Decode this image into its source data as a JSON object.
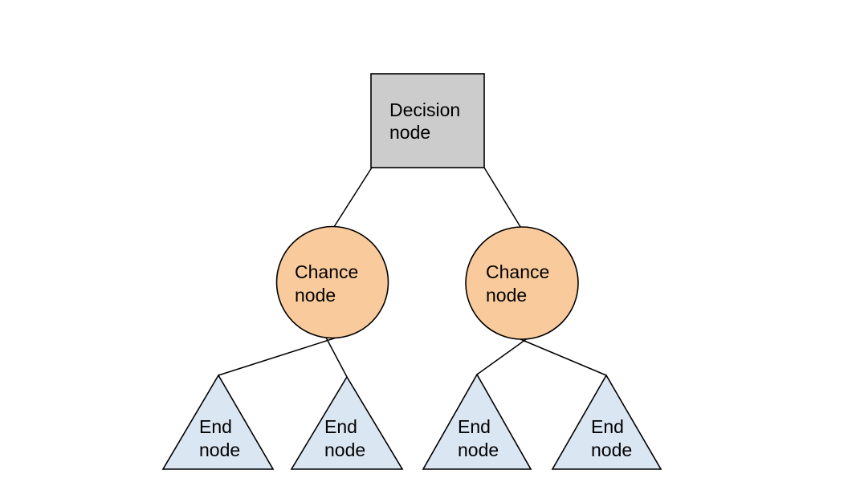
{
  "diagram": {
    "type": "decision-tree",
    "background": "#ffffff",
    "stroke_color": "#000000",
    "text_color": "#000000",
    "nodes": {
      "decision": {
        "shape": "rectangle",
        "fill": "#cccccc",
        "line1": "Decision",
        "line2": "node"
      },
      "chance_left": {
        "shape": "circle",
        "fill": "#f9cb9c",
        "line1": "Chance",
        "line2": "node"
      },
      "chance_right": {
        "shape": "circle",
        "fill": "#f9cb9c",
        "line1": "Chance",
        "line2": "node"
      },
      "end_1": {
        "shape": "triangle",
        "fill": "#dbe6f3",
        "line1": "End",
        "line2": "node"
      },
      "end_2": {
        "shape": "triangle",
        "fill": "#dbe6f3",
        "line1": "End",
        "line2": "node"
      },
      "end_3": {
        "shape": "triangle",
        "fill": "#dbe6f3",
        "line1": "End",
        "line2": "node"
      },
      "end_4": {
        "shape": "triangle",
        "fill": "#dbe6f3",
        "line1": "End",
        "line2": "node"
      }
    },
    "edges": [
      {
        "from": "decision",
        "to": "chance_left"
      },
      {
        "from": "decision",
        "to": "chance_right"
      },
      {
        "from": "chance_left",
        "to": "end_1"
      },
      {
        "from": "chance_left",
        "to": "end_2"
      },
      {
        "from": "chance_right",
        "to": "end_3"
      },
      {
        "from": "chance_right",
        "to": "end_4"
      }
    ]
  }
}
